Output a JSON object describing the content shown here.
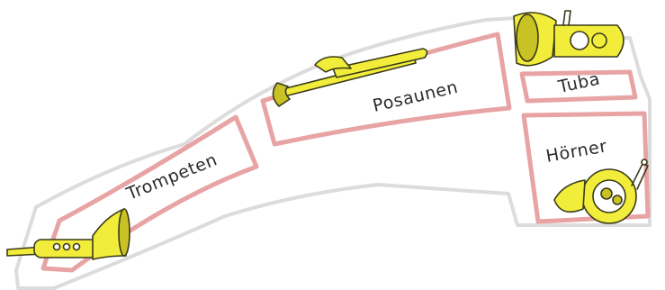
{
  "diagram": {
    "sections": [
      {
        "id": "trompeten",
        "label": "Trompeten",
        "icon": "trumpet-icon"
      },
      {
        "id": "posaunen",
        "label": "Posaunen",
        "icon": "trombone-icon"
      },
      {
        "id": "tuba",
        "label": "Tuba",
        "icon": "tuba-icon"
      },
      {
        "id": "hoerner",
        "label": "Hörner",
        "icon": "horn-icon"
      }
    ],
    "colors": {
      "border": "#e8a4a4",
      "outline": "#d9d9d9",
      "brass": "#f2ec3a",
      "brass_shadow": "#c9c224",
      "ink": "#2b2b2b"
    }
  }
}
